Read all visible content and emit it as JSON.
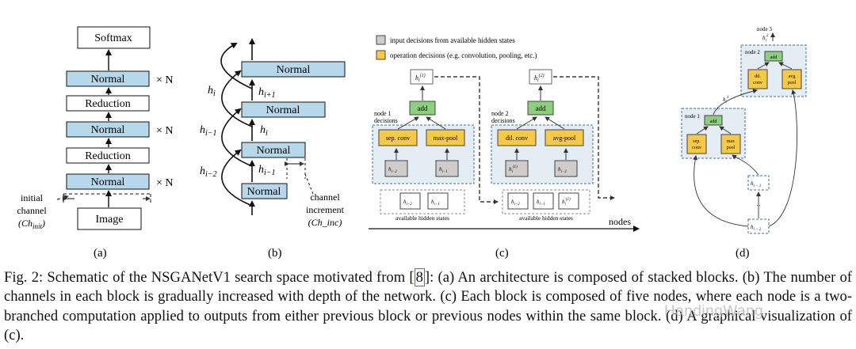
{
  "colors": {
    "blue": "#b7d7ea",
    "yellow": "#f7c948",
    "green": "#8ccf7e",
    "gray": "#d0ccca",
    "dashed_blue": "#3f6fa0"
  },
  "panel_a": {
    "softmax": "Softmax",
    "normal": "Normal",
    "reduction": "Reduction",
    "image": "Image",
    "times_n": "× N",
    "initial": "initial",
    "channel": "channel",
    "ch_init_open": "(",
    "ch_init": "Ch",
    "ch_init_sub": "init",
    "ch_init_close": ")",
    "label": "(a)"
  },
  "panel_b": {
    "normal": "Normal",
    "h": "h",
    "sub_i": "i",
    "sub_im1": "i−1",
    "sub_im2": "i−2",
    "sub_ip1": "i+1",
    "channel": "channel",
    "increment": "increment",
    "ch_inc": "(Ch_inc)",
    "label": "(b)"
  },
  "panel_c": {
    "legend_input": "input decisions from available hidden states",
    "legend_op": "operation decisions (e.g. convolution, pooling, etc.)",
    "node1": "node 1",
    "node2": "node 2",
    "decisions": "decisions",
    "add": "add",
    "sep_conv": "sep. conv",
    "max_pool": "max-pool",
    "dil_conv": "dil. conv",
    "avg_pool": "avg-pool",
    "h": "h",
    "sub_im2": "i−2",
    "sub_im1": "i−1",
    "sup1": "(1)",
    "sup2": "(2)",
    "sub_i": "i",
    "available": "available hidden states",
    "nodes": "nodes",
    "label": "(c)"
  },
  "panel_d": {
    "node3": "node 3",
    "node2": "node 2",
    "node1": "node 1",
    "add": "add",
    "dil": "dil.",
    "conv": "conv",
    "avg": "avg",
    "pool": "pool",
    "sep": "sep.",
    "max": "max",
    "h": "h",
    "sub_im1": "i − 1",
    "sub_im2": "i − 2",
    "sub_i": "i",
    "sup1": "1",
    "sup2": "2",
    "dots": "...",
    "label": "(d)"
  },
  "caption": {
    "lead": "Fig. 2: Schematic of the NSGANetV1 search space motivated from ",
    "ref": "8",
    "rest": ": (a) An architecture is composed of stacked blocks. (b) The number of channels in each block is gradually increased with depth of the network. (c) Each block is composed of five nodes, where each node is a two-branched computation applied to outputs from either previous block or previous nodes within the same block. (d) A graphical visualization of (c).",
    "watermark": "HandingWang"
  }
}
